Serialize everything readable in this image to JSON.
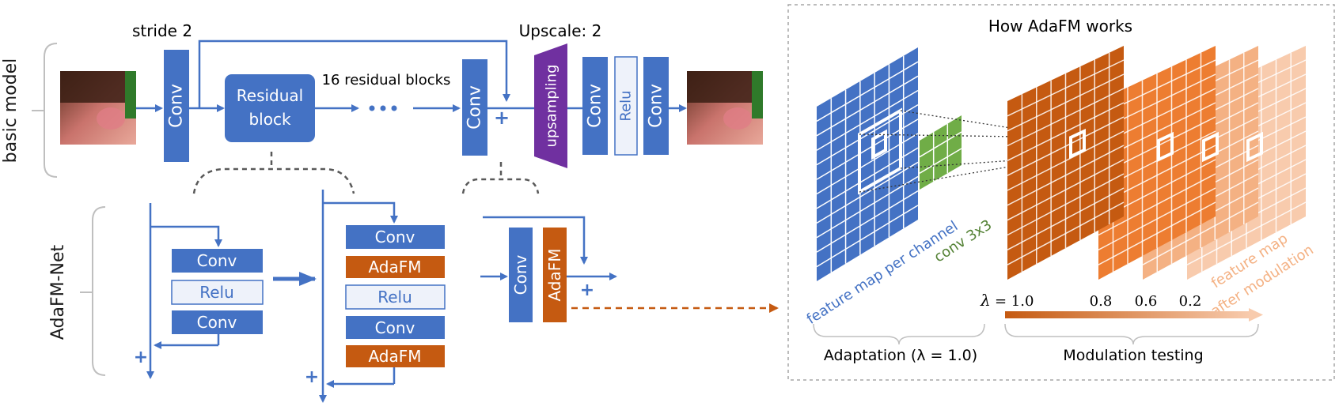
{
  "colors": {
    "blue": "#4472C4",
    "orange": "#C55A11",
    "purple": "#7030A0",
    "green": "#548235",
    "dark_blue_text": "#4472C4",
    "orange_text": "#ED7D31"
  },
  "basic": {
    "side_label": "basic model",
    "stride_label": "stride 2",
    "upscale_label": "Upscale: 2",
    "conv1": "Conv",
    "residual_block": [
      "Residual",
      "block"
    ],
    "residual_count": "16 residual blocks",
    "conv2": "Conv",
    "plus": "+",
    "upsampling": "upsampling",
    "conv3": "Conv",
    "relu": "Relu",
    "conv4": "Conv"
  },
  "adafm_net": {
    "side_label": "AdaFM-Net",
    "block_a": [
      "Conv",
      "Relu",
      "Conv"
    ],
    "block_b": [
      "Conv",
      "AdaFM",
      "Relu",
      "Conv",
      "AdaFM"
    ],
    "block_c": [
      "Conv",
      "AdaFM"
    ],
    "plus": "+"
  },
  "how_it_works": {
    "title": "How AdaFM works",
    "label_feature_map": "feature map per channel",
    "label_conv": "conv 3x3",
    "label_after": [
      "feature map",
      "after modulation"
    ],
    "lambda_symbol": "λ",
    "lambda_values": [
      "= 1.0",
      "0.8",
      "0.6",
      "0.2"
    ],
    "adaptation_label": "Adaptation (λ = 1.0)",
    "modulation_label": "Modulation testing"
  }
}
